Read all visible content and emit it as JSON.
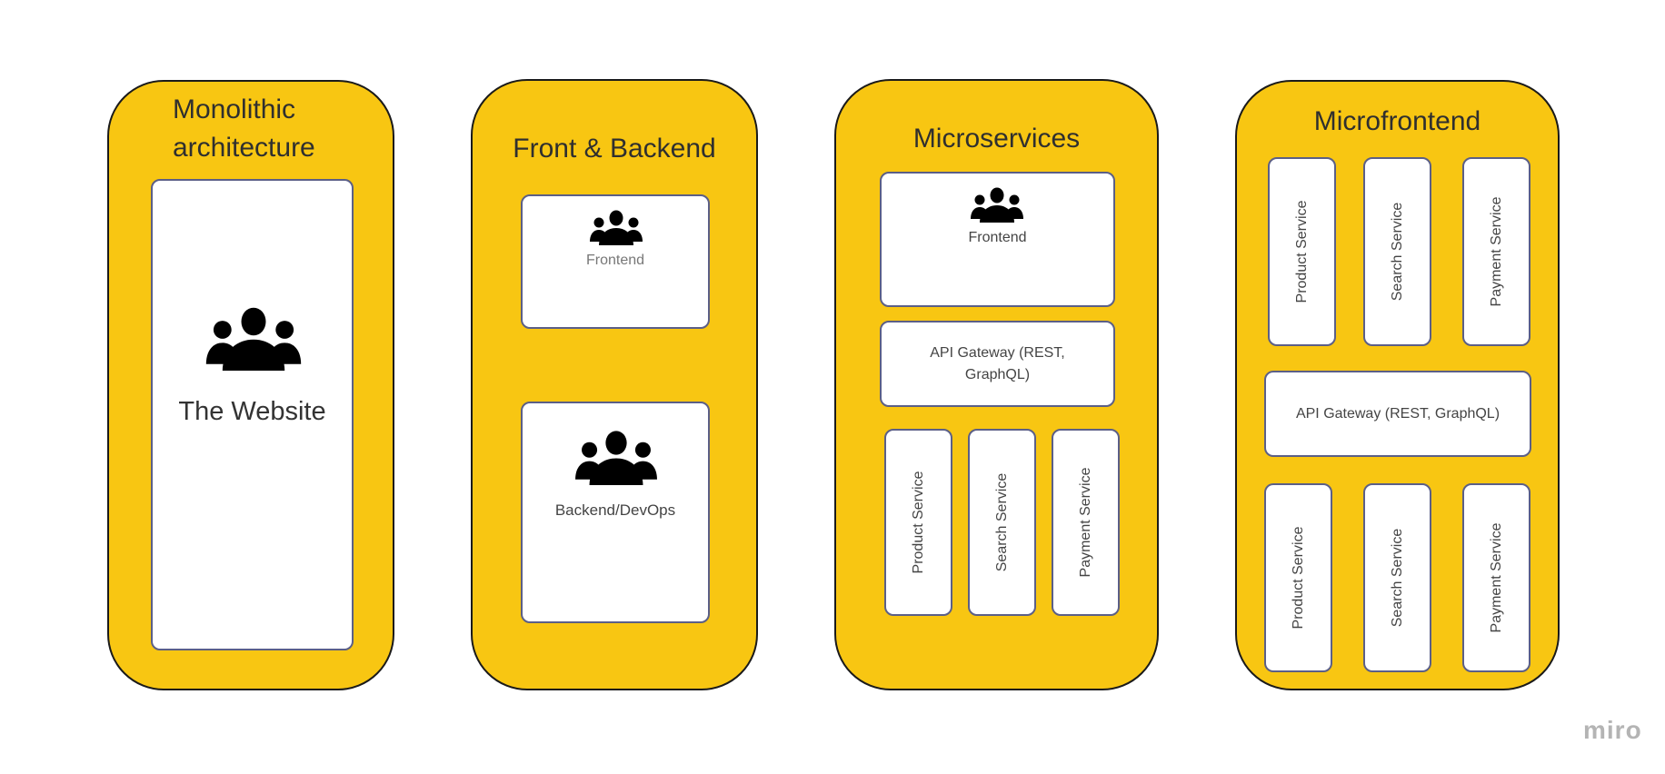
{
  "panels": {
    "monolithic": {
      "title_line1": "Monolithic",
      "title_line2": "architecture",
      "card_label": "The Website"
    },
    "front_backend": {
      "title": "Front & Backend",
      "frontend_label": "Frontend",
      "backend_label": "Backend/DevOps"
    },
    "microservices": {
      "title": "Microservices",
      "frontend_label": "Frontend",
      "gateway_line1": "API Gateway (REST,",
      "gateway_line2": "GraphQL)",
      "services": [
        "Product Service",
        "Search Service",
        "Payment Service"
      ]
    },
    "microfrontend": {
      "title": "Microfrontend",
      "top_services": [
        "Product Service",
        "Search Service",
        "Payment Service"
      ],
      "gateway_label": "API Gateway (REST, GraphQL)",
      "bottom_services": [
        "Product Service",
        "Search Service",
        "Payment Service"
      ]
    }
  },
  "watermark": "miro",
  "colors": {
    "panel_fill": "#f8c612",
    "card_border": "#5b5f87",
    "icon": "#000000"
  }
}
